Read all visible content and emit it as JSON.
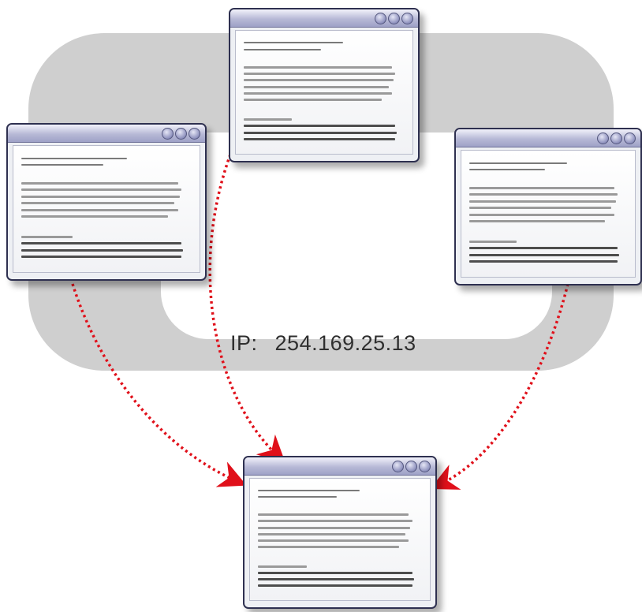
{
  "ip": {
    "key": "IP:",
    "address": "254.169.25.13"
  },
  "colors": {
    "ring": "#cfcfcf",
    "arrow": "#e0101a",
    "window_frame": "#2e3050",
    "titlebar": "#a6a9cc"
  },
  "windows": [
    {
      "role": "top-node",
      "icon": "document-window-icon"
    },
    {
      "role": "left-node",
      "icon": "document-window-icon"
    },
    {
      "role": "right-node",
      "icon": "document-window-icon"
    },
    {
      "role": "target-node",
      "icon": "document-window-icon"
    }
  ]
}
